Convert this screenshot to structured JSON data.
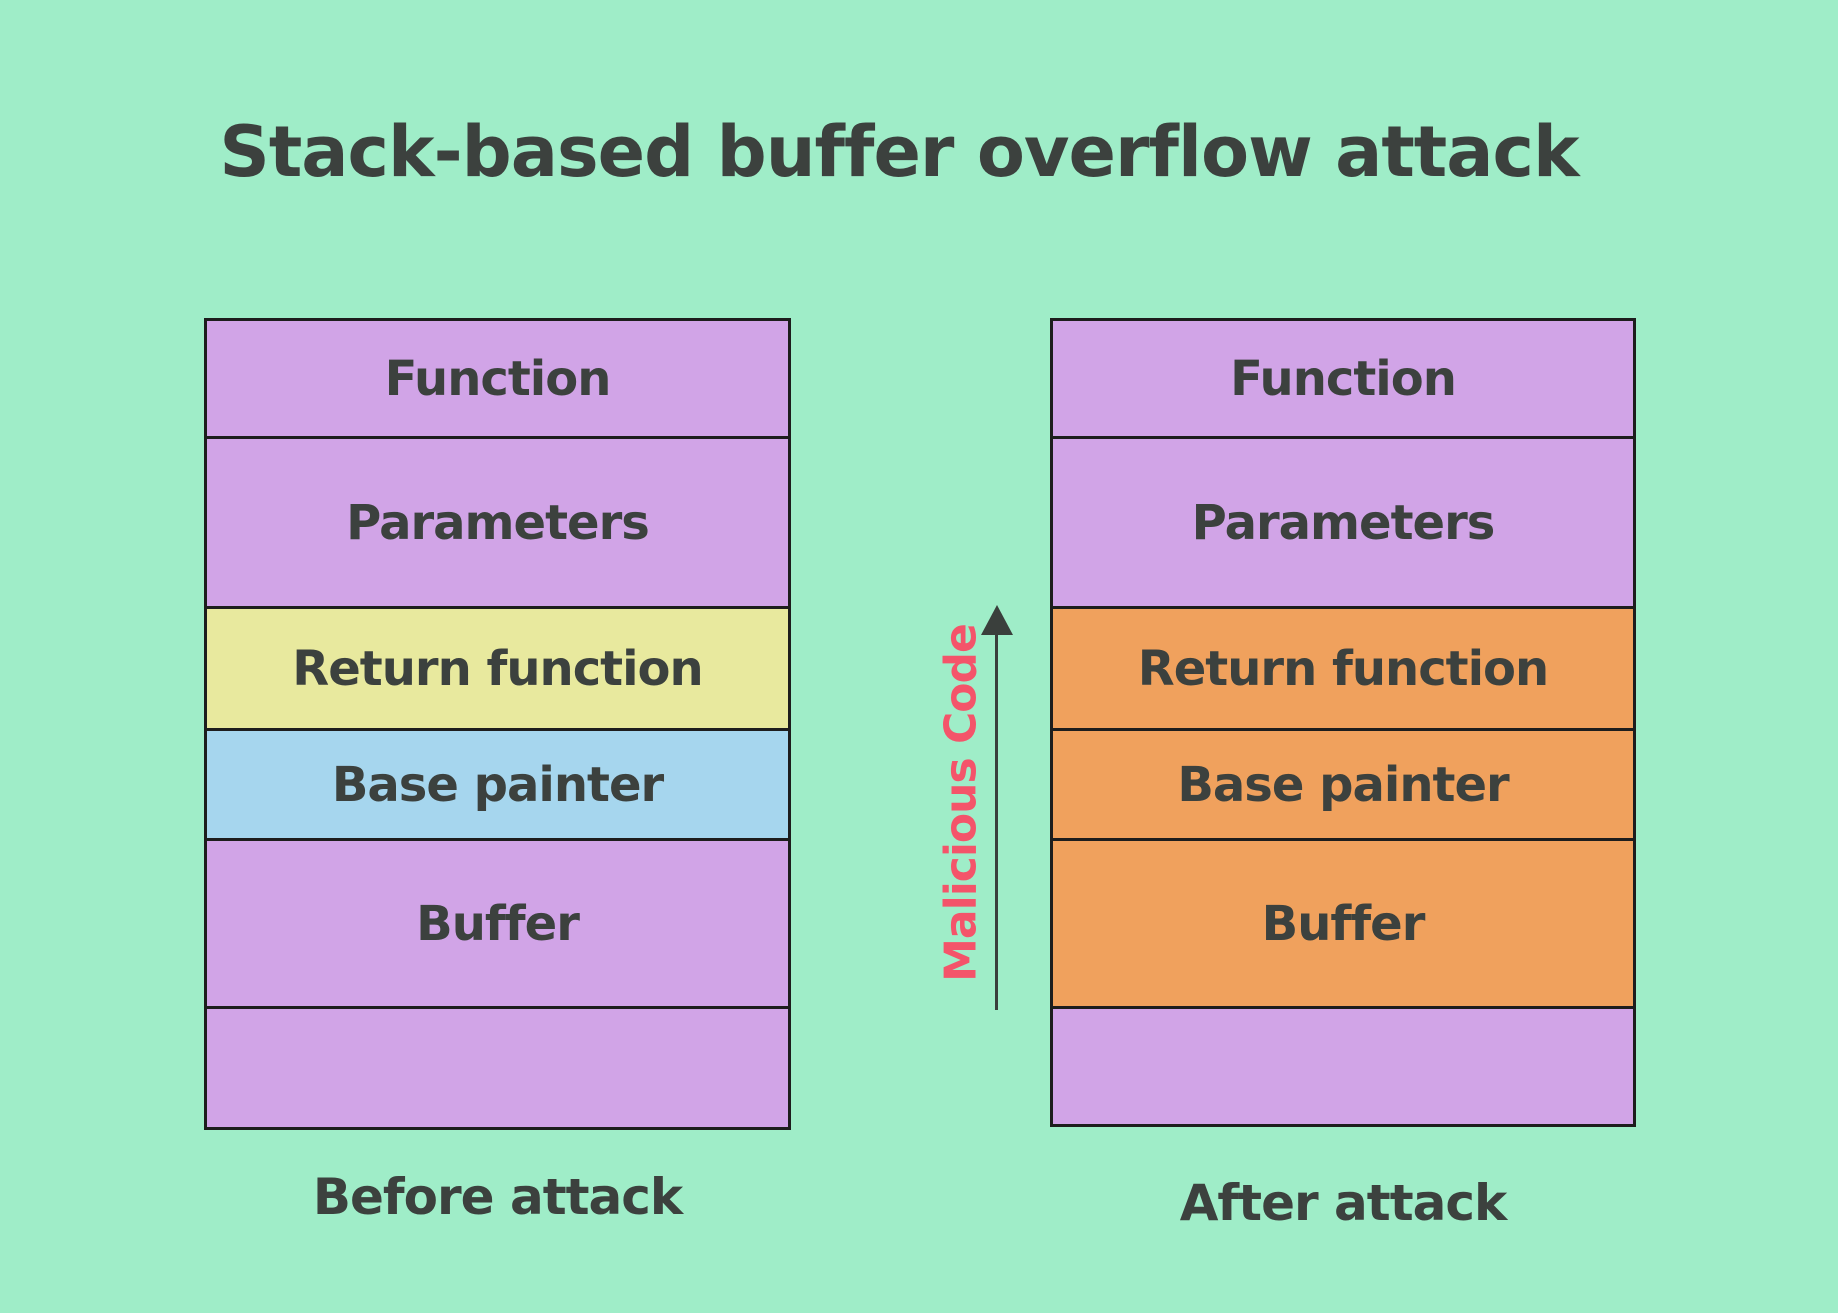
{
  "title": "Stack-based buffer overflow attack",
  "colors": {
    "background": "#9FEDC8",
    "text_dark": "#3C413E",
    "border": "#1D1D1D",
    "purple": "#D1A4E7",
    "yellow": "#E8E99E",
    "blue": "#A6D6EE",
    "orange": "#F0A15D",
    "arrow": "#3A3F3C",
    "malicious_red": "#F4546A"
  },
  "before_stack": {
    "caption": "Before attack",
    "rows": [
      {
        "label": "Function",
        "color": "#D1A4E7"
      },
      {
        "label": "Parameters",
        "color": "#D1A4E7"
      },
      {
        "label": "Return function",
        "color": "#E8E99E"
      },
      {
        "label": "Base painter",
        "color": "#A6D6EE"
      },
      {
        "label": "Buffer",
        "color": "#D1A4E7"
      },
      {
        "label": "",
        "color": "#D1A4E7"
      }
    ]
  },
  "after_stack": {
    "caption": "After attack",
    "rows": [
      {
        "label": "Function",
        "color": "#D1A4E7"
      },
      {
        "label": "Parameters",
        "color": "#D1A4E7"
      },
      {
        "label": "Return function",
        "color": "#F0A15D"
      },
      {
        "label": "Base painter",
        "color": "#F0A15D"
      },
      {
        "label": "Buffer",
        "color": "#F0A15D"
      },
      {
        "label": "",
        "color": "#D1A4E7"
      }
    ]
  },
  "malicious_arrow": {
    "label": "Malicious Code",
    "direction": "up"
  }
}
